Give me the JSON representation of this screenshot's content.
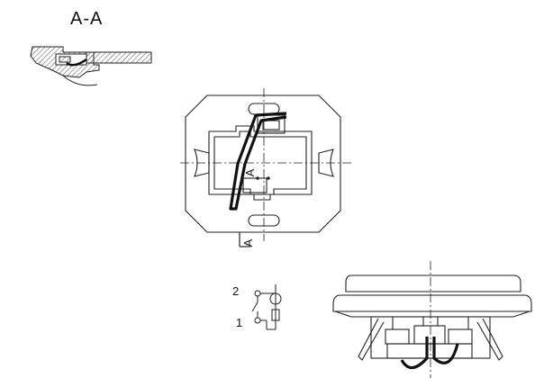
{
  "section_label": "A-A",
  "cut_marker_top": "A",
  "cut_marker_bottom": "A",
  "terminal_labels": [
    "2",
    "1"
  ],
  "colors": {
    "line": "#222222",
    "wire": "#111111",
    "hatch": "#555555",
    "background": "#ffffff"
  }
}
